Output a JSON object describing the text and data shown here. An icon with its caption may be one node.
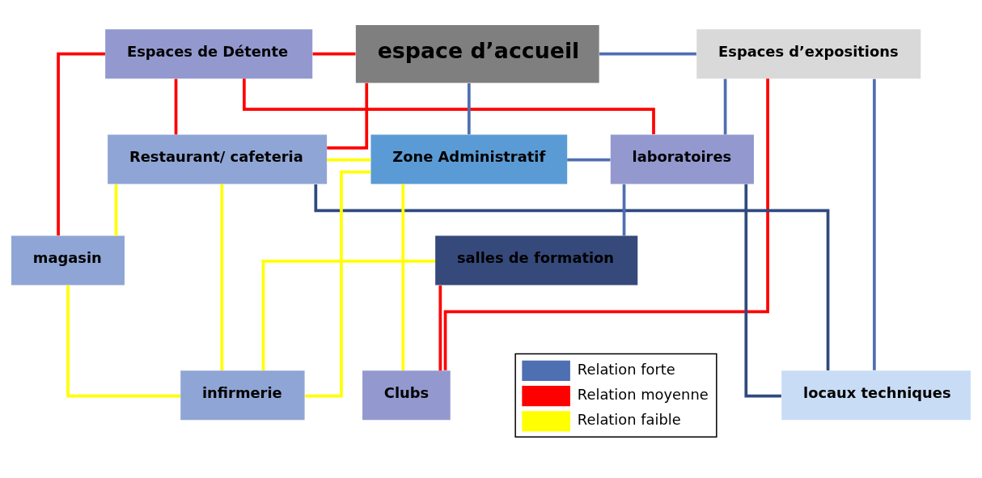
{
  "diagram": {
    "nodes": [
      {
        "text": [
          "Espaces de Détente"
        ]
      },
      {
        "text": [
          "espace d’accueil"
        ]
      },
      {
        "text": [
          "Espaces d’expositions"
        ]
      },
      {
        "text": [
          "Restaurant/ cafeteria"
        ]
      },
      {
        "text": [
          "Zone Administratif"
        ]
      },
      {
        "text": [
          "laboratoires"
        ]
      },
      {
        "text": [
          "magasin"
        ]
      },
      {
        "text": [
          "salles de formation"
        ]
      },
      {
        "text": [
          "infirmerie"
        ]
      },
      {
        "text": [
          "locaux techniques"
        ]
      },
      {
        "text": [
          "Clubs"
        ]
      }
    ],
    "edges": [
      {
        "from": 0,
        "to": 1,
        "arrow": "none",
        "color": "#ff0000"
      },
      {
        "from": 1,
        "to": 3,
        "arrow": "none",
        "color": "#ff0000"
      },
      {
        "from": 0,
        "to": 5,
        "arrow": "none",
        "color": "#ff0000"
      },
      {
        "from": 0,
        "to": 3,
        "arrow": "none",
        "color": "#ff0000"
      },
      {
        "from": 0,
        "to": 6,
        "arrow": "none",
        "color": "#ff0000"
      },
      {
        "from": 2,
        "to": 10,
        "arrow": "none",
        "color": "#ff0000"
      },
      {
        "from": 10,
        "to": 7,
        "arrow": "none",
        "color": "#ff0000"
      },
      {
        "from": 1,
        "to": 2,
        "arrow": "none",
        "color": "#4f6fb3"
      },
      {
        "from": 1,
        "to": 4,
        "arrow": "none",
        "color": "#4f6fb3"
      },
      {
        "from": 2,
        "to": 5,
        "arrow": "none",
        "color": "#4f6fb3"
      },
      {
        "from": 4,
        "to": 5,
        "arrow": "none",
        "color": "#4f6fb3"
      },
      {
        "from": 5,
        "to": 7,
        "arrow": "none",
        "color": "#4f6fb3"
      },
      {
        "from": 2,
        "to": 9,
        "arrow": "none",
        "color": "#4f6fb3"
      },
      {
        "from": 5,
        "to": 9,
        "arrow": "none",
        "color": "#2f4a7e"
      },
      {
        "from": 3,
        "to": 9,
        "arrow": "none",
        "color": "#2f4a7e"
      },
      {
        "from": 3,
        "to": 4,
        "arrow": "none",
        "color": "#ffff00"
      },
      {
        "from": 3,
        "to": 6,
        "arrow": "none",
        "color": "#ffff00"
      },
      {
        "from": 3,
        "to": 8,
        "arrow": "none",
        "color": "#ffff00"
      },
      {
        "from": 6,
        "to": 8,
        "arrow": "none",
        "color": "#ffff00"
      },
      {
        "from": 4,
        "to": 8,
        "arrow": "none",
        "color": "#ffff00"
      },
      {
        "from": 7,
        "to": 8,
        "arrow": "none",
        "color": "#ffff00"
      },
      {
        "from": 4,
        "to": 10,
        "arrow": "none",
        "color": "#ffff00"
      }
    ],
    "legend": [
      {
        "text": "Relation forte",
        "color": "#4f6fb3"
      },
      {
        "text": "Relation moyenne",
        "color": "#ff0000"
      },
      {
        "text": "Relation faible",
        "color": "#ffff00"
      }
    ]
  }
}
